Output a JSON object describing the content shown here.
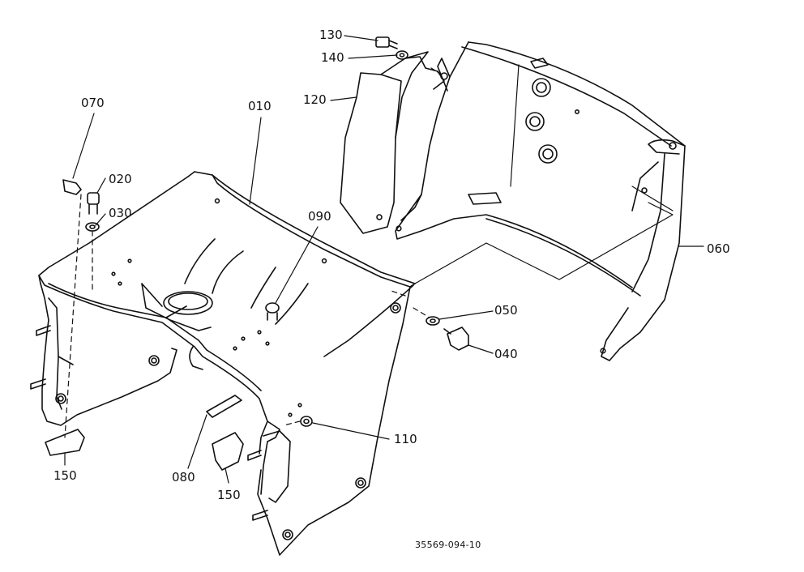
{
  "diagram": {
    "callouts": {
      "c010": "010",
      "c020": "020",
      "c030": "030",
      "c040": "040",
      "c050": "050",
      "c060": "060",
      "c070": "070",
      "c080": "080",
      "c090": "090",
      "c110": "110",
      "c120": "120",
      "c130": "130",
      "c140": "140",
      "c150a": "150",
      "c150b": "150"
    },
    "drawing_number": "35569-094-10"
  }
}
